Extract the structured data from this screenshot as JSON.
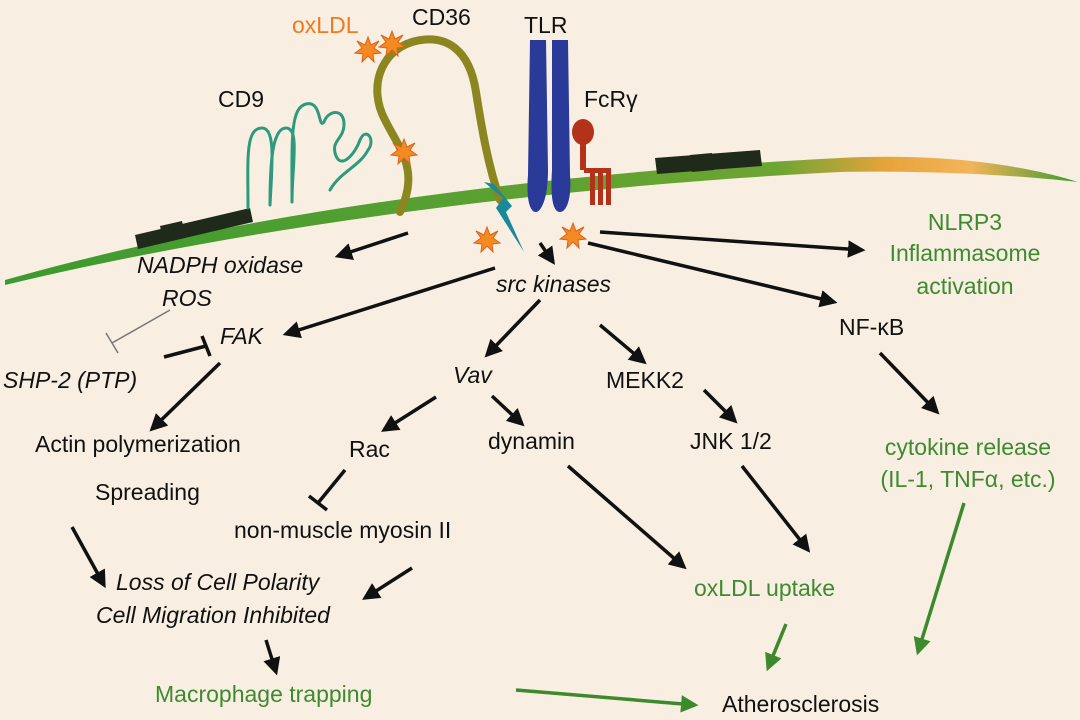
{
  "labels": {
    "oxldl": "oxLDL",
    "cd36": "CD36",
    "tlr": "TLR",
    "cd9": "CD9",
    "fcr": "FcRγ",
    "nadph": "NADPH oxidase",
    "ros": "ROS",
    "src": "src kinases",
    "nlrp3_1": "NLRP3",
    "nlrp3_2": "Inflammasome",
    "nlrp3_3": "activation",
    "nfkb": "NF-κB",
    "fak": "FAK",
    "shp2": "SHP-2 (PTP)",
    "vav": "Vav",
    "mekk2": "MEKK2",
    "actin": "Actin polymerization",
    "spreading": "Spreading",
    "rac": "Rac",
    "dynamin": "dynamin",
    "jnk": "JNK 1/2",
    "cytokine_1": "cytokine release",
    "cytokine_2": "(IL-1, TNFα, etc.)",
    "myosin": "non-muscle myosin II",
    "polarity": "Loss of Cell Polarity",
    "migration": "Cell Migration Inhibited",
    "uptake": "oxLDL uptake",
    "trapping": "Macrophage trapping",
    "athero": "Atherosclerosis"
  },
  "colors": {
    "background": "#f8efe2",
    "membrane": "#3b9a2e",
    "raft": "#1f2a1a",
    "cd36": "#8c8620",
    "cd9": "#2e9a7c",
    "tlr": "#2a3a98",
    "fcr": "#b2321a",
    "oxldl": "#f58a22",
    "signal": "#1a8a9a",
    "text": "#111111",
    "green_text": "#3e8a2f",
    "arrow": "#111111",
    "green_arrow": "#3c8a2c"
  },
  "icons": [
    "oxldl-particle-icon",
    "lightning-signal-icon",
    "membrane-raft-icon"
  ]
}
